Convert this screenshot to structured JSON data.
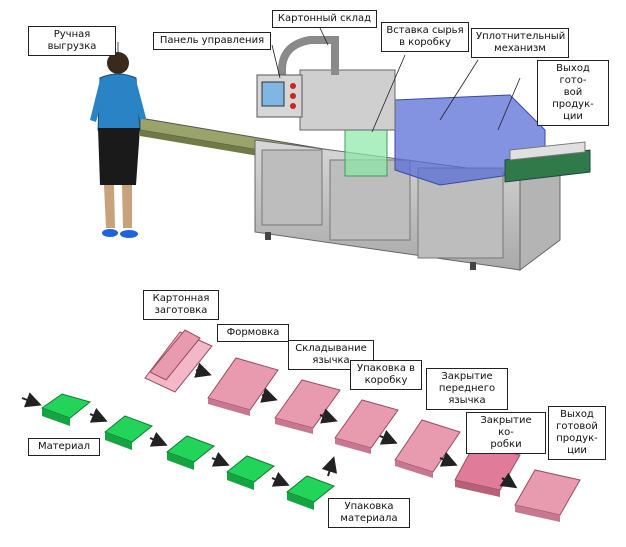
{
  "machine_labels": {
    "manual_unload": "Ручная выгрузка",
    "control_panel": "Панель управления",
    "carton_storage": "Картонный склад",
    "insert_raw": "Вставка сырья\nв коробку",
    "sealing": "Уплотнительный\nмеханизм",
    "output": "Выход гото-\nвой продук-\nции"
  },
  "process_labels": {
    "blank": "Картонная\nзаготовка",
    "forming": "Формовка",
    "tongue_fold": "Складывание\nязычка",
    "boxing": "Упаковка в\nкоробку",
    "front_close": "Закрытие\nпереднего\nязычка",
    "box_close": "Закрытие ко-\nробки",
    "finished": "Выход\nготовой\nпродук-\nции",
    "material": "Материал",
    "material_pack": "Упаковка\nматериала"
  },
  "colors": {
    "green_box": "#22d55a",
    "pink_box": "#e89aae",
    "machine_body": "#c8c8c8",
    "guard_blue": "#5a6fd8"
  }
}
